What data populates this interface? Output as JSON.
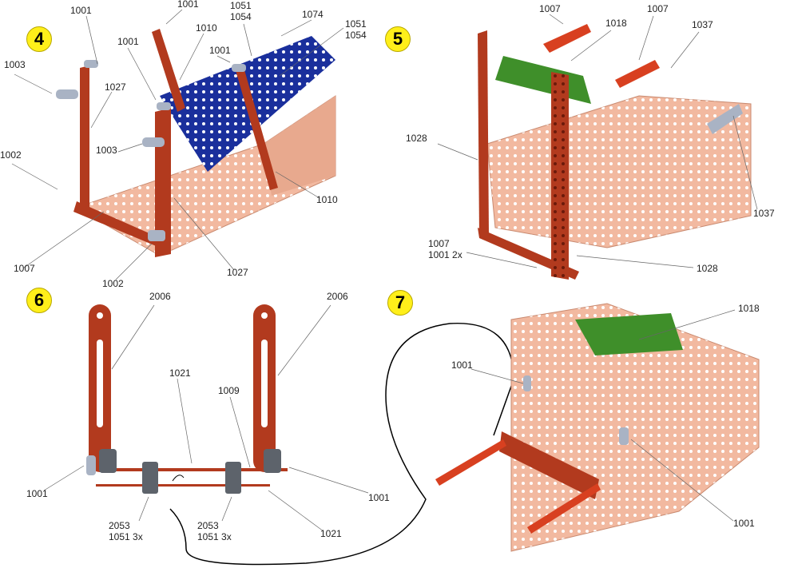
{
  "steps": [
    {
      "number": "4",
      "labels": [
        "1001",
        "1001",
        "1010",
        "1001",
        "1001",
        "1051",
        "1054",
        "1074",
        "1051",
        "1054",
        "1003",
        "1027",
        "1003",
        "1002",
        "1010",
        "1007",
        "1002",
        "1027"
      ]
    },
    {
      "number": "5",
      "labels": [
        "1007",
        "1018",
        "1007",
        "1037",
        "1028",
        "1037",
        "1007",
        "1001 2x",
        "1028"
      ]
    },
    {
      "number": "6",
      "labels": [
        "2006",
        "2006",
        "1021",
        "1009",
        "1001",
        "1001",
        "2053",
        "1051 3x",
        "2053",
        "1051 3x",
        "1021"
      ]
    },
    {
      "number": "7",
      "labels": [
        "1018",
        "1001",
        "1001"
      ]
    }
  ],
  "colors": {
    "badge": "#ffef1a",
    "frame": "#f2b9a0",
    "strip": "#b23a1e",
    "plate_blue": "#1a2f9c",
    "plate_green": "#3f8f2a",
    "bracket": "#a9b3c4"
  }
}
